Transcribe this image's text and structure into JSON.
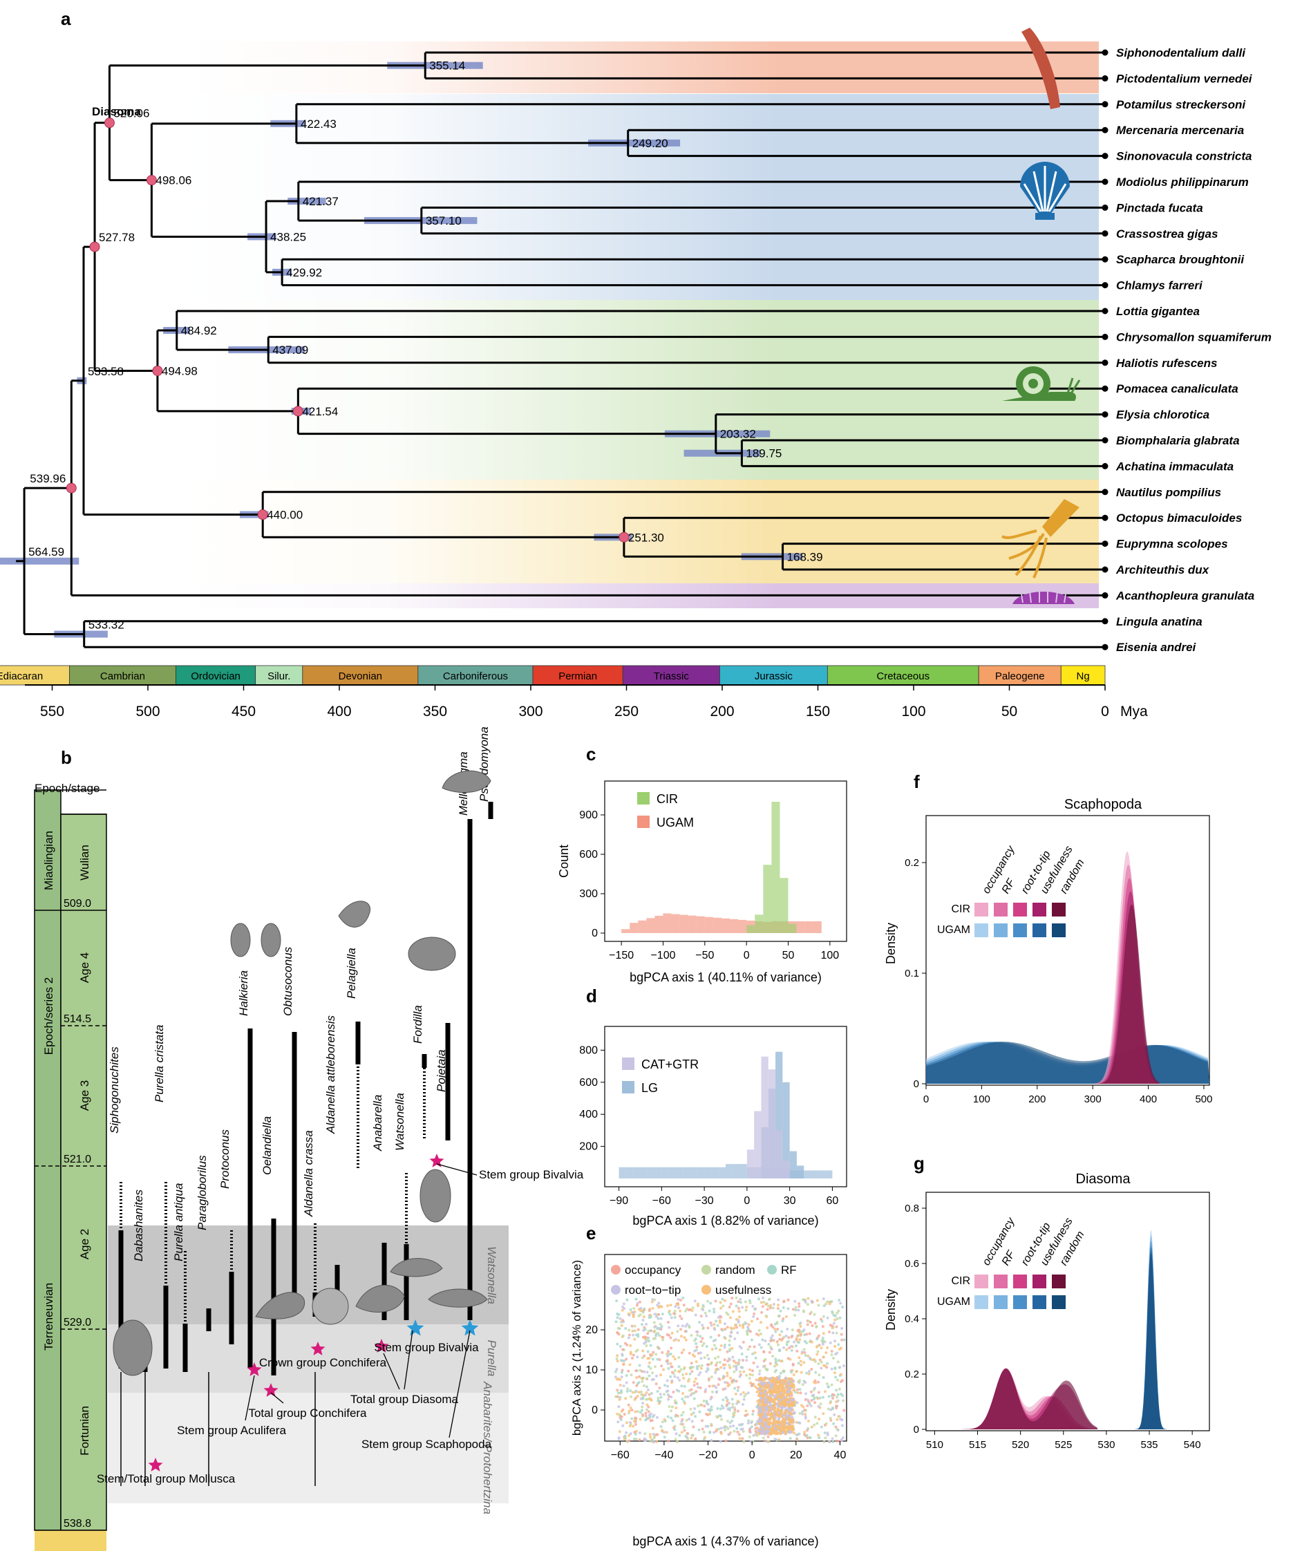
{
  "panel_a": {
    "label": "a",
    "diasoma_label": "Diasoma",
    "species": [
      "Siphonodentalium dalli",
      "Pictodentalium vernedei",
      "Potamilus streckersoni",
      "Mercenaria mercenaria",
      "Sinonovacula constricta",
      "Modiolus philippinarum",
      "Pinctada fucata",
      "Crassostrea gigas",
      "Scapharca broughtonii",
      "Chlamys farreri",
      "Lottia gigantea",
      "Chrysomallon squamiferum",
      "Haliotis rufescens",
      "Pomacea canaliculata",
      "Elysia chlorotica",
      "Biomphalaria glabrata",
      "Achatina immaculata",
      "Nautilus pompilius",
      "Octopus bimaculoides",
      "Euprymna scolopes",
      "Architeuthis dux",
      "Acanthopleura granulata",
      "Lingula anatina",
      "Eisenia andrei"
    ],
    "nodes": [
      {
        "age": 564.59,
        "label": "564.59",
        "ci": [
          582,
          536
        ],
        "calibrated": false
      },
      {
        "age": 539.96,
        "label": "539.96",
        "ci": null,
        "calibrated": true
      },
      {
        "age": 533.32,
        "label": "533.32",
        "ci": [
          549,
          521
        ],
        "calibrated": false
      },
      {
        "age": 533.58,
        "label": "533.58",
        "ci": [
          537,
          532
        ],
        "calibrated": false
      },
      {
        "age": 527.78,
        "label": "527.78",
        "ci": null,
        "calibrated": true
      },
      {
        "age": 520.06,
        "label": "520.06",
        "ci": null,
        "calibrated": true
      },
      {
        "age": 498.06,
        "label": "498.06",
        "ci": null,
        "calibrated": true
      },
      {
        "age": 494.98,
        "label": "494.98",
        "ci": null,
        "calibrated": true
      },
      {
        "age": 484.92,
        "label": "484.92",
        "ci": [
          492,
          478
        ],
        "calibrated": false
      },
      {
        "age": 440.0,
        "label": "440.00",
        "ci": [
          452,
          437
        ],
        "calibrated": true
      },
      {
        "age": 438.25,
        "label": "438.25",
        "ci": [
          448,
          433
        ],
        "calibrated": false
      },
      {
        "age": 437.09,
        "label": "437.09",
        "ci": [
          458,
          418
        ],
        "calibrated": false
      },
      {
        "age": 429.92,
        "label": "429.92",
        "ci": [
          435,
          425
        ],
        "calibrated": false
      },
      {
        "age": 422.43,
        "label": "422.43",
        "ci": [
          436,
          418
        ],
        "calibrated": false
      },
      {
        "age": 421.54,
        "label": "421.54",
        "ci": [
          425,
          415
        ],
        "calibrated": true
      },
      {
        "age": 421.37,
        "label": "421.37",
        "ci": [
          427,
          407
        ],
        "calibrated": false
      },
      {
        "age": 357.1,
        "label": "357.10",
        "ci": [
          387,
          328
        ],
        "calibrated": false
      },
      {
        "age": 355.14,
        "label": "355.14",
        "ci": [
          375,
          325
        ],
        "calibrated": false
      },
      {
        "age": 251.3,
        "label": "251.30",
        "ci": [
          267,
          247
        ],
        "calibrated": true
      },
      {
        "age": 249.2,
        "label": "249.20",
        "ci": [
          270,
          222
        ],
        "calibrated": false
      },
      {
        "age": 203.32,
        "label": "203.32",
        "ci": [
          230,
          175
        ],
        "calibrated": false
      },
      {
        "age": 189.75,
        "label": "189.75",
        "ci": [
          220,
          180
        ],
        "calibrated": false
      },
      {
        "age": 168.39,
        "label": "168.39",
        "ci": [
          190,
          158
        ],
        "calibrated": false
      }
    ],
    "periods": [
      {
        "name": "Ediacaran",
        "start": 593,
        "end": 541,
        "color": "#f2d46b"
      },
      {
        "name": "Cambrian",
        "start": 541,
        "end": 485.4,
        "color": "#7fa056"
      },
      {
        "name": "Ordovician",
        "start": 485.4,
        "end": 443.8,
        "color": "#1f9a7a"
      },
      {
        "name": "Silur.",
        "start": 443.8,
        "end": 419.2,
        "color": "#b3e1b6"
      },
      {
        "name": "Devonian",
        "start": 419.2,
        "end": 358.9,
        "color": "#cb8c37"
      },
      {
        "name": "Carboniferous",
        "start": 358.9,
        "end": 298.9,
        "color": "#67a599"
      },
      {
        "name": "Permian",
        "start": 298.9,
        "end": 251.9,
        "color": "#e03e2a"
      },
      {
        "name": "Triassic",
        "start": 251.9,
        "end": 201.3,
        "color": "#812b92"
      },
      {
        "name": "Jurassic",
        "start": 201.3,
        "end": 145,
        "color": "#34b2c9"
      },
      {
        "name": "Cretaceous",
        "start": 145,
        "end": 66,
        "color": "#7fc64e"
      },
      {
        "name": "Paleogene",
        "start": 66,
        "end": 23,
        "color": "#f4a066"
      },
      {
        "name": "Ng",
        "start": 23,
        "end": 0,
        "color": "#ffe619"
      }
    ],
    "axis_ticks": [
      "550",
      "500",
      "450",
      "400",
      "350",
      "300",
      "250",
      "200",
      "150",
      "100",
      "50",
      "0"
    ],
    "axis_unit": "Mya"
  },
  "panel_b": {
    "label": "b",
    "epoch_stage_header": "Epoch/stage",
    "series_labels": [
      "Miaolingian",
      "Epoch/series 2",
      "Terreneuvian"
    ],
    "stage_labels": [
      "Wulian",
      "Age 4",
      "Age 3",
      "Age 2",
      "Fortunian"
    ],
    "boundary_ages": [
      "509.0",
      "514.5",
      "521.0",
      "529.0",
      "538.8"
    ],
    "zone_labels": [
      "Watsonella",
      "Purella",
      "Anabarites/ Protohertzina"
    ],
    "taxa": [
      "Siphogonuchites",
      "Dabashanites",
      "Purella cristata",
      "Purella antiqua",
      "Paragloborilus",
      "Protoconus",
      "Halkieria",
      "Oelandiella",
      "Obtusoconus",
      "Aldanella crassa",
      "Aldanella attleborensis",
      "Pelagiella",
      "Anabarella",
      "Watsonella",
      "Fordilla",
      "Pojetaia",
      "Mellopegma",
      "Pseudomyona"
    ],
    "annotations": [
      "Stem group Bivalvia",
      "Crown group Conchifera",
      "Stem group Bivalvia",
      "Total group Diasoma",
      "Stem group Scaphopoda",
      "Stem group Aculifera",
      "Total group Conchifera",
      "Stem/Total group Mollusca"
    ]
  },
  "panel_c": {
    "label": "c",
    "ylabel": "Count",
    "xlabel": "bgPCA axis 1 (40.11% of variance)",
    "legend": [
      "CIR",
      "UGAM"
    ],
    "xticks": [
      "−150",
      "−100",
      "−50",
      "0",
      "50",
      "100"
    ],
    "yticks": [
      "0",
      "300",
      "600",
      "900"
    ]
  },
  "panel_d": {
    "label": "d",
    "xlabel": "bgPCA axis 1 (8.82% of variance)",
    "legend": [
      "CAT+GTR",
      "LG"
    ],
    "xticks": [
      "−90",
      "−60",
      "−30",
      "0",
      "30",
      "60"
    ],
    "yticks": [
      "200",
      "400",
      "600",
      "800"
    ]
  },
  "panel_e": {
    "label": "e",
    "xlabel": "bgPCA axis 1 (4.37% of variance)",
    "ylabel": "bgPCA axis 2 (1.24% of variance)",
    "legend": [
      "occupancy",
      "random",
      "RF",
      "root−to−tip",
      "usefulness"
    ],
    "xticks": [
      "−60",
      "−40",
      "−20",
      "0",
      "20",
      "40"
    ],
    "yticks": [
      "0",
      "10",
      "20"
    ]
  },
  "panel_f": {
    "label": "f",
    "title": "Scaphopoda",
    "ylabel": "Density",
    "xticks": [
      "0",
      "100",
      "200",
      "300",
      "400",
      "500"
    ],
    "yticks": [
      "0",
      "0.1",
      "0.2"
    ],
    "legend_cols": [
      "occupancy",
      "RF",
      "root-to-tip",
      "usefulness",
      "random"
    ],
    "legend_rows": [
      "CIR",
      "UGAM"
    ]
  },
  "panel_g": {
    "label": "g",
    "title": "Diasoma",
    "ylabel": "Density",
    "xticks": [
      "510",
      "515",
      "520",
      "525",
      "530",
      "535",
      "540"
    ],
    "yticks": [
      "0",
      "0.2",
      "0.4",
      "0.6",
      "0.8"
    ],
    "legend_cols": [
      "occupancy",
      "RF",
      "root-to-tip",
      "usefulness",
      "random"
    ],
    "legend_rows": [
      "CIR",
      "UGAM"
    ]
  },
  "colors": {
    "ci_bar": "#7b8cc8",
    "node_dot": "#e0607e",
    "cir": "#9ccf6f",
    "ugam": "#f2947e",
    "catgtr": "#c9c4e3",
    "lg": "#9fbedb",
    "pink": "#d81b7a",
    "blue_star": "#2a9bd6",
    "teal": "#1b6895"
  }
}
